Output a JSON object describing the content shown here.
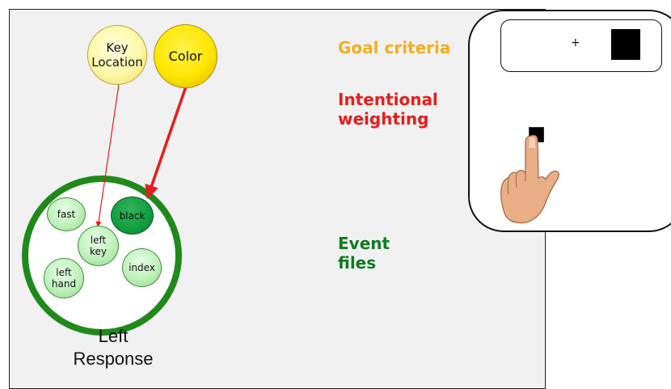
{
  "goal_codes": {
    "key_location": "Key\nLocation",
    "color": "Color"
  },
  "event_file": {
    "features": {
      "fast": "fast",
      "black": "black",
      "left_key": "left\nkey",
      "left_hand": "left\nhand",
      "index": "index"
    },
    "response_label": "Left\nResponse"
  },
  "side_labels": {
    "goal_criteria": "Goal criteria",
    "intentional_weighting": "Intentional\nweighting",
    "event_files": "Event\nfiles"
  },
  "stimulus": {
    "fixation": "+"
  },
  "colors": {
    "goal_criteria": "#f6ad1d",
    "intentional_weighting": "#e81c1c",
    "event_files": "#0f7a23",
    "event_file_ring": "#1f8a1a",
    "goal_circle_key": "#fff8a8",
    "goal_circle_color": "#ffe600",
    "feature_circle": "#bff0bb",
    "feature_black": "#12a041"
  },
  "weights": {
    "key_location_to_left_key": "weak",
    "color_to_black": "strong"
  }
}
